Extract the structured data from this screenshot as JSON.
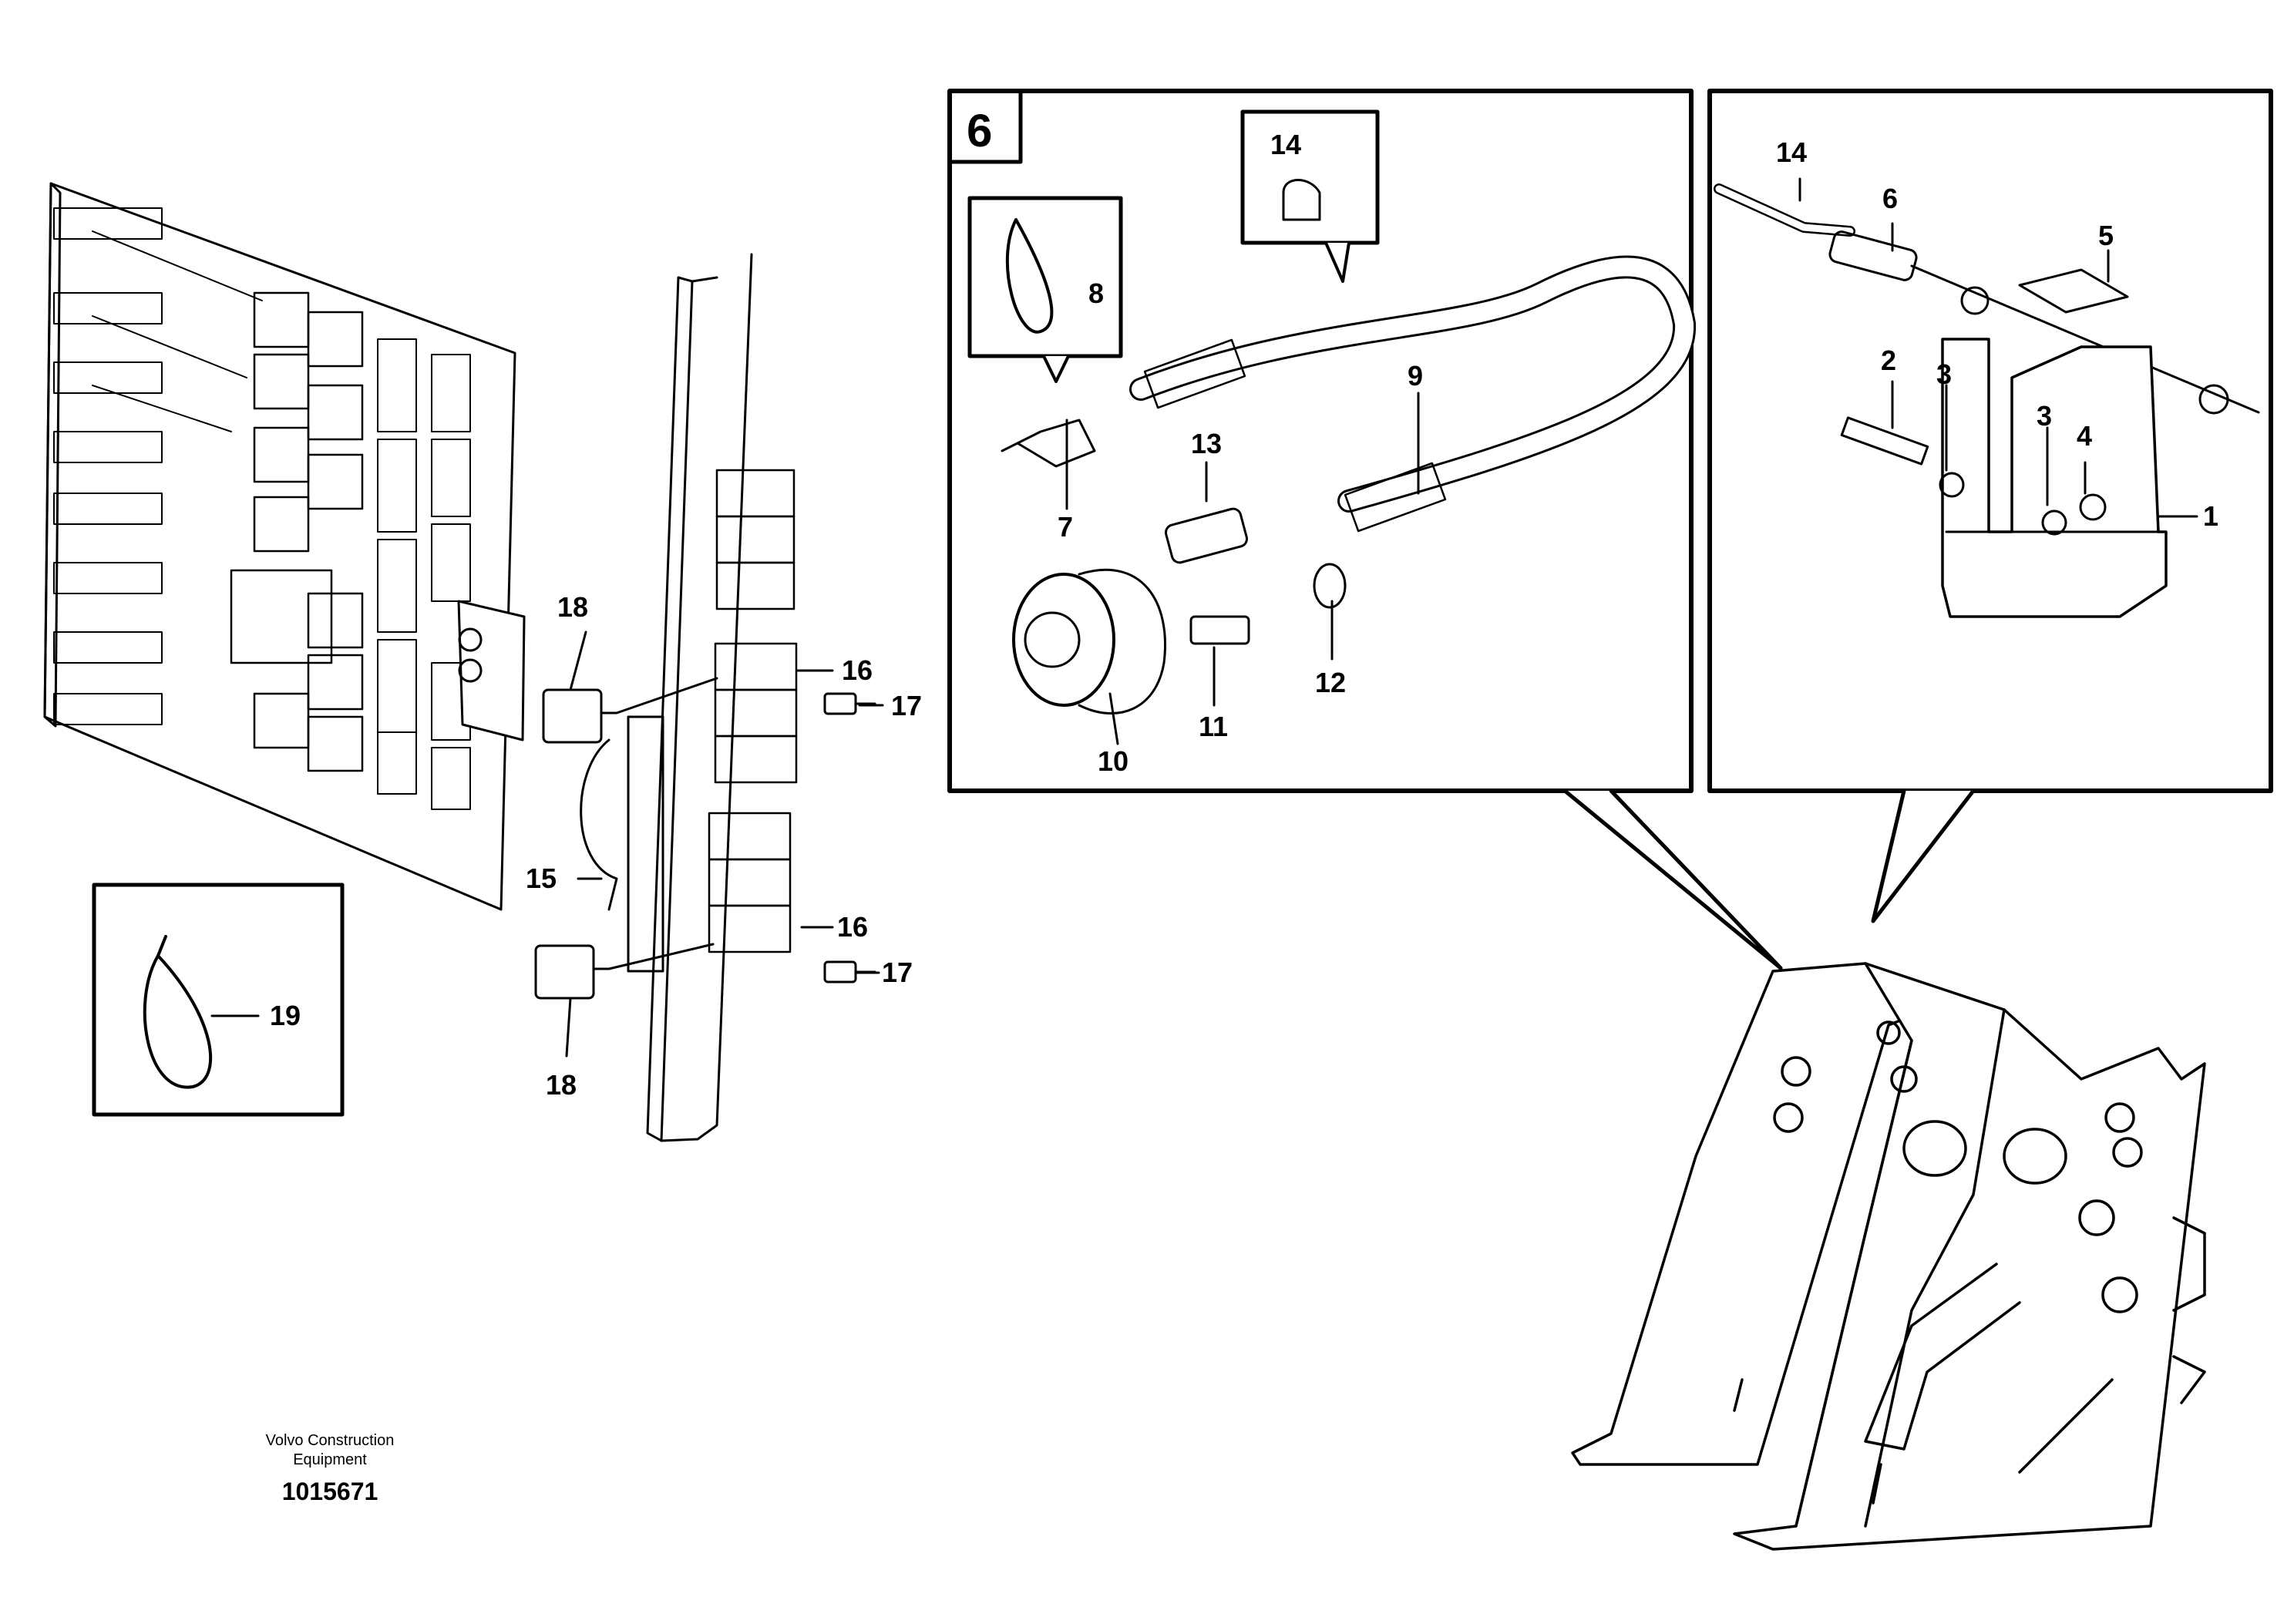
{
  "callouts": {
    "c1": "1",
    "c2": "2",
    "c3a": "3",
    "c3b": "3",
    "c4": "4",
    "c5": "5",
    "c6": "6",
    "c7": "7",
    "c8": "8",
    "c9": "9",
    "c10": "10",
    "c11": "11",
    "c12": "12",
    "c13": "13",
    "c14a": "14",
    "c14b": "14",
    "c15": "15",
    "c16a": "16",
    "c16b": "16",
    "c17a": "17",
    "c17b": "17",
    "c18a": "18",
    "c18b": "18",
    "c19": "19"
  },
  "detail_box": {
    "label": "6"
  },
  "footer": {
    "company_line1": "Volvo Construction",
    "company_line2": "Equipment",
    "drawing_number": "1015671"
  }
}
